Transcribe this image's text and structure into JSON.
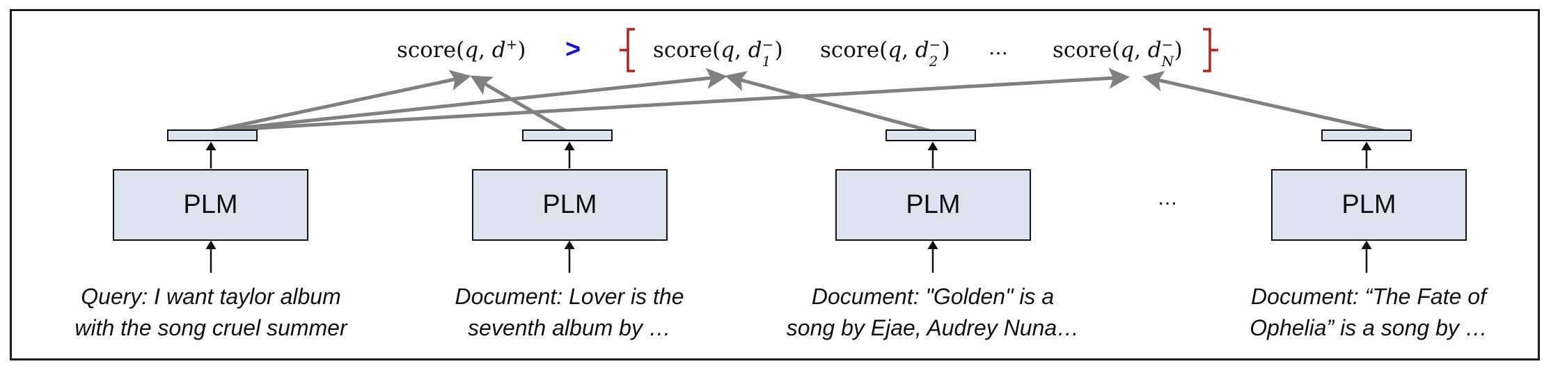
{
  "diagram": {
    "top_formula": {
      "positive": {
        "func": "score(",
        "q": "q",
        "sep": ", ",
        "d": "d",
        "sup": "+",
        "close": ")"
      },
      "comparator": ">",
      "negatives": [
        {
          "func": "score(",
          "q": "q",
          "sep": ", ",
          "d": "d",
          "sup": "−",
          "sub": "1",
          "close": ")"
        },
        {
          "func": "score(",
          "q": "q",
          "sep": ", ",
          "d": "d",
          "sup": "−",
          "sub": "2",
          "close": ")"
        },
        {
          "func": "score(",
          "q": "q",
          "sep": ", ",
          "d": "d",
          "sup": "−",
          "sub": "N",
          "close": ")"
        }
      ],
      "ellipsis": "…"
    },
    "encoder_label": "PLM",
    "columns": [
      {
        "id": "query",
        "encoder": "PLM",
        "caption_lines": [
          "Query: I want taylor album",
          "with the song cruel summer"
        ]
      },
      {
        "id": "doc-positive",
        "encoder": "PLM",
        "caption_lines": [
          "Document: Lover is the",
          "seventh album by …"
        ]
      },
      {
        "id": "doc-negative-1",
        "encoder": "PLM",
        "caption_lines": [
          "Document: \"Golden\" is a",
          "song by Ejae, Audrey Nuna…"
        ]
      },
      {
        "id": "doc-negative-n",
        "encoder": "PLM",
        "caption_lines": [
          "Document: “The Fate of",
          "Ophelia” is a song by …"
        ]
      }
    ],
    "middle_ellipsis": "…",
    "colors": {
      "box_fill": "#dde4f0",
      "outline": "#111111",
      "link_gray": "#808080",
      "comparator_blue": "#1010e8",
      "brace_red": "#b22222"
    },
    "links": [
      {
        "from": "query",
        "to": "positive"
      },
      {
        "from": "doc-positive",
        "to": "positive"
      },
      {
        "from": "query",
        "to": "negative-1"
      },
      {
        "from": "doc-negative-1",
        "to": "negative-1"
      },
      {
        "from": "query",
        "to": "negative-n"
      },
      {
        "from": "doc-negative-n",
        "to": "negative-n"
      }
    ]
  }
}
